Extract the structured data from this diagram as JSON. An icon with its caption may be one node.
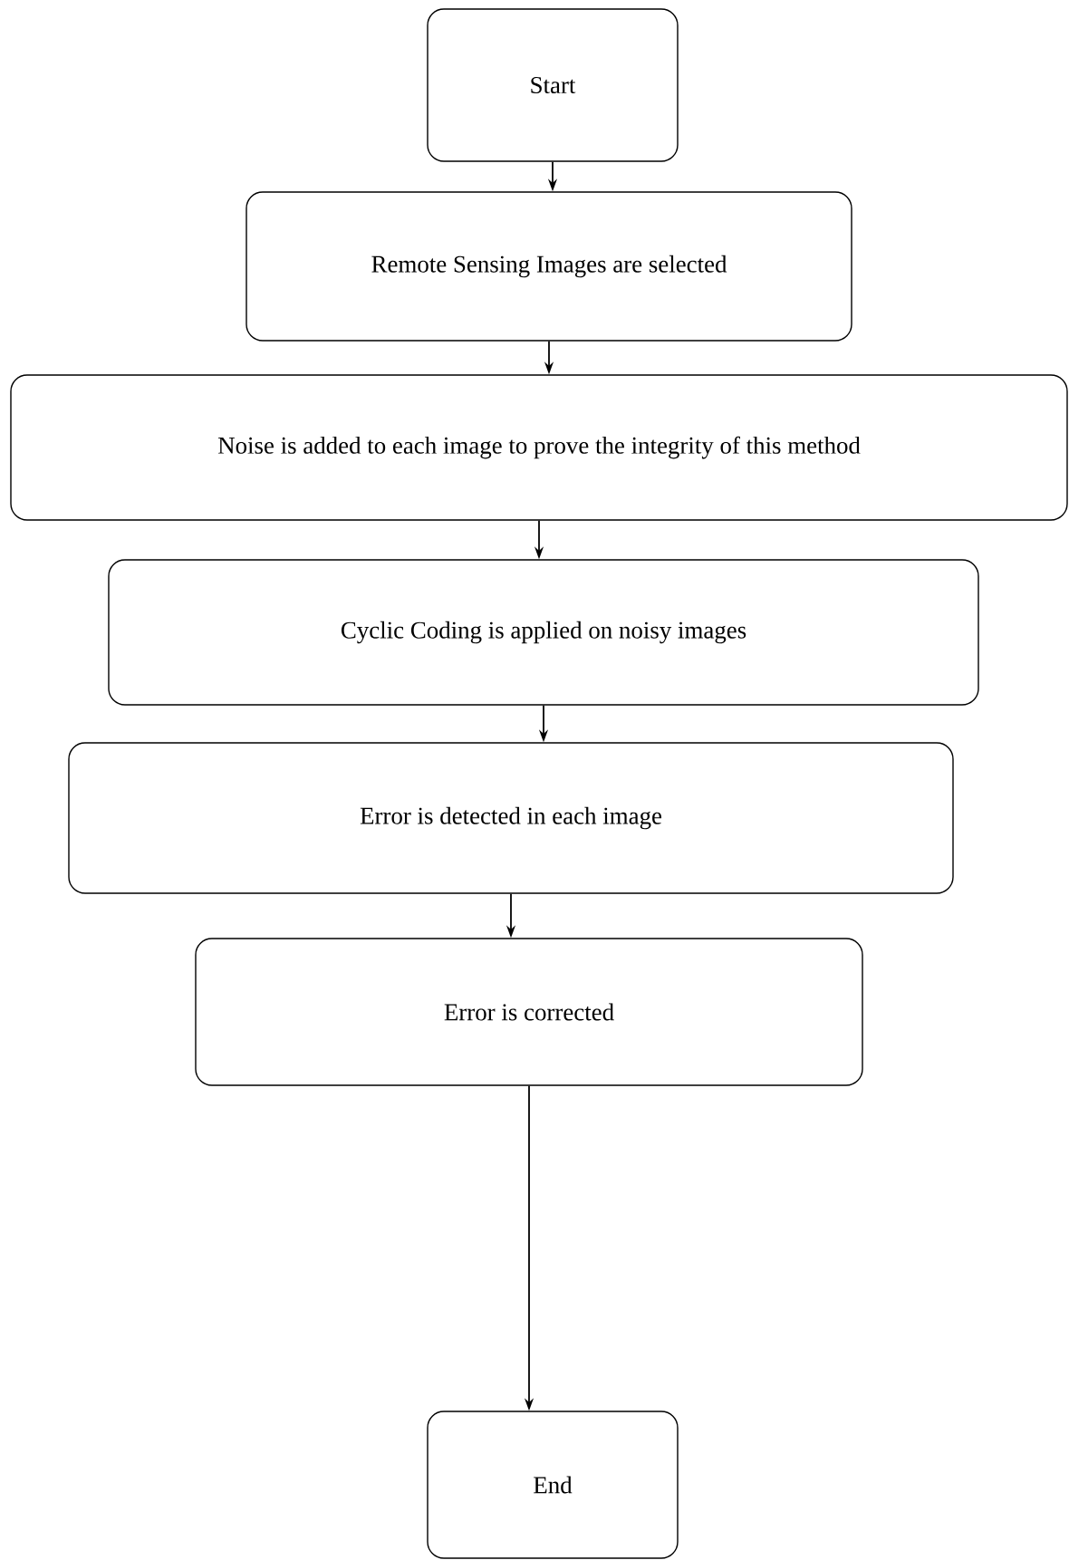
{
  "diagram": {
    "nodes": [
      {
        "text": [
          "Start"
        ]
      },
      {
        "text": [
          "Remote Sensing Images are selected"
        ]
      },
      {
        "text": [
          "Noise is added to each image to prove the integrity of this method"
        ]
      },
      {
        "text": [
          "Cyclic Coding is applied on noisy images"
        ]
      },
      {
        "text": [
          "Error is detected in each image"
        ]
      },
      {
        "text": [
          "Error is corrected"
        ]
      },
      {
        "text": [
          "End"
        ]
      }
    ],
    "edges": [
      {
        "from": 0,
        "to": 1,
        "arrow": "to"
      },
      {
        "from": 1,
        "to": 2,
        "arrow": "to"
      },
      {
        "from": 2,
        "to": 3,
        "arrow": "to"
      },
      {
        "from": 3,
        "to": 4,
        "arrow": "to"
      },
      {
        "from": 4,
        "to": 5,
        "arrow": "to"
      },
      {
        "from": 5,
        "to": 6,
        "arrow": "to"
      }
    ]
  }
}
